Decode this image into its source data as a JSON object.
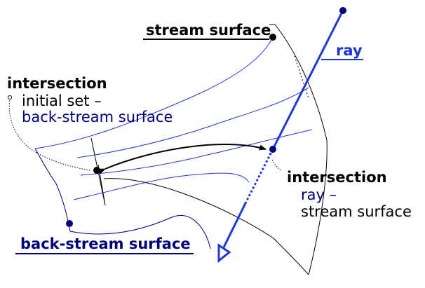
{
  "labels": {
    "stream_surface": "stream surface",
    "ray": "ray",
    "intersection_left_title": "intersection",
    "intersection_left_line1": "initial set –",
    "intersection_left_line2": "back-stream surface",
    "intersection_right_title": "intersection",
    "intersection_right_line1": "ray –",
    "intersection_right_line2": "stream surface",
    "back_stream_surface": "back-stream surface"
  },
  "colors": {
    "navy": "#00007a",
    "blue": "#1f35d8",
    "black": "#000000"
  }
}
